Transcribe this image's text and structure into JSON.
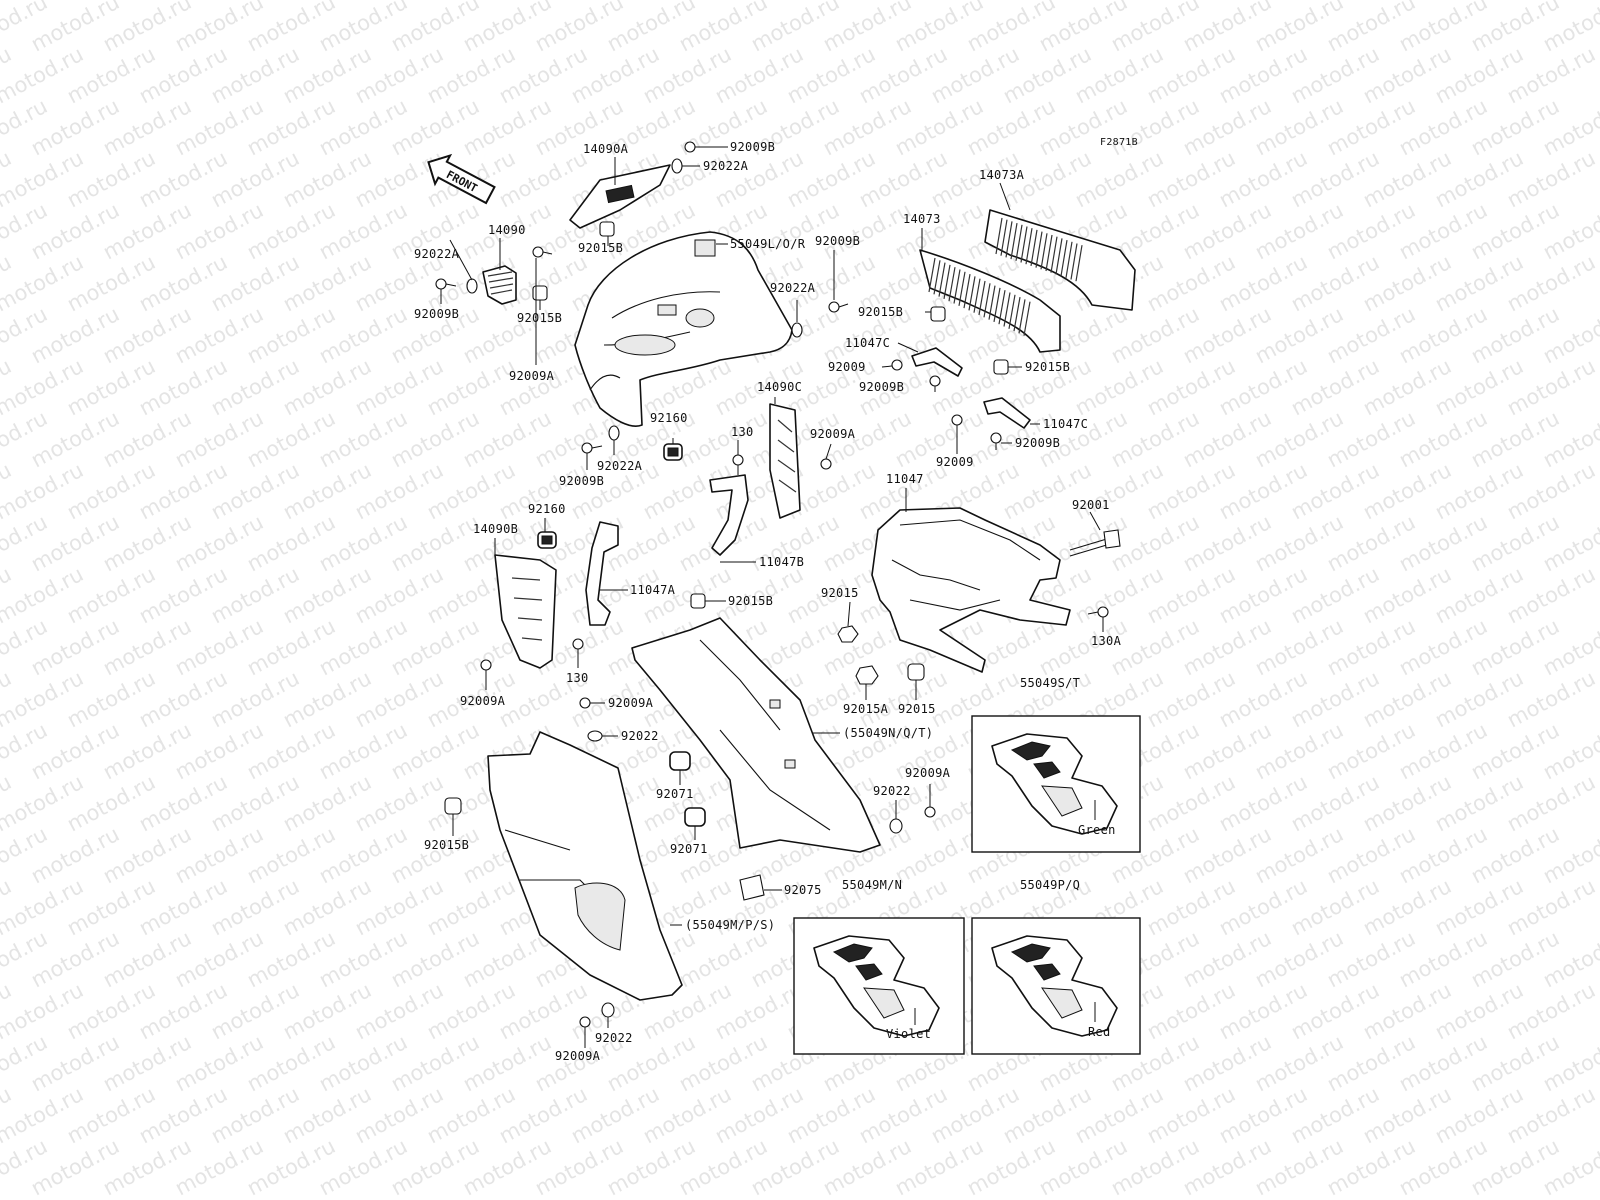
{
  "figure_code": "F2871B",
  "front_indicator": "FRONT",
  "watermark": "motod.ru",
  "labels": {
    "l_14090A": "14090A",
    "l_92009B_top": "92009B",
    "l_92022A_top": "92022A",
    "l_92015B_top": "92015B",
    "l_14090": "14090",
    "l_92022A_left": "92022A",
    "l_92009B_left": "92009B",
    "l_92015B_left": "92015B",
    "l_55049LOR": "55049L/O/R",
    "l_92009A_left": "92009A",
    "l_92009B_mid": "92009B",
    "l_92022A_mid": "92022A",
    "l_92022A_low": "92022A",
    "l_92009B_low": "92009B",
    "l_92160_a": "92160",
    "l_130_a": "130",
    "l_14090C": "14090C",
    "l_92009A_mid": "92009A",
    "l_11047B": "11047B",
    "l_14073A": "14073A",
    "l_14073": "14073",
    "l_92015B_duct": "92015B",
    "l_11047C_a": "11047C",
    "l_92009_a": "92009",
    "l_92009B_c": "92009B",
    "l_92015B_right": "92015B",
    "l_11047C_b": "11047C",
    "l_92009_b": "92009",
    "l_92009B_d": "92009B",
    "l_11047": "11047",
    "l_92001": "92001",
    "l_92015_a": "92015",
    "l_130A": "130A",
    "l_92015A": "92015A",
    "l_92015_b": "92015",
    "l_92160_b": "92160",
    "l_14090B": "14090B",
    "l_11047A": "11047A",
    "l_92015B_mid": "92015B",
    "l_130_b": "130",
    "l_92009A_b": "92009A",
    "l_92009A_c": "92009A",
    "l_92022_a": "92022",
    "l_55049NQT": "(55049N/Q/T)",
    "l_92071_a": "92071",
    "l_92071_b": "92071",
    "l_92009A_d": "92009A",
    "l_92022_b": "92022",
    "l_92015B_low": "92015B",
    "l_92075": "92075",
    "l_55049MPS": "(55049M/P/S)",
    "l_92022_c": "92022",
    "l_92009A_e": "92009A",
    "box_st_title": "55049S/T",
    "box_st_color": "Green",
    "box_mn_title": "55049M/N",
    "box_mn_color": "Violet",
    "box_pq_title": "55049P/Q",
    "box_pq_color": "Red"
  }
}
